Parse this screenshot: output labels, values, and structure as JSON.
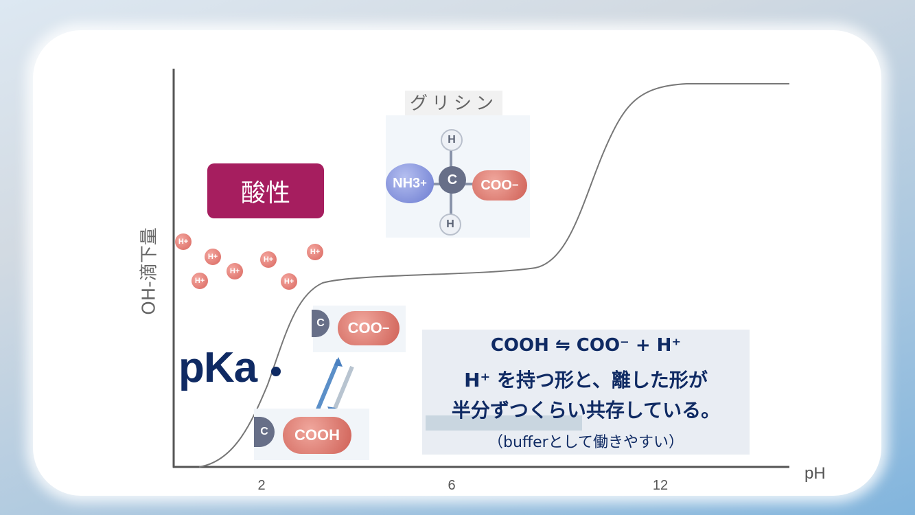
{
  "axes": {
    "x_label": "pH",
    "y_label": "OH-滴下量",
    "x_ticks": [
      "2",
      "6",
      "12"
    ]
  },
  "acid_label": "酸性",
  "pka_label": "pKa",
  "h_ion": "H+",
  "glycine": {
    "title": "グリシン",
    "atoms": {
      "h": "H",
      "c": "C",
      "nh3": "NH3",
      "nh3_charge": "+",
      "coo": "COO",
      "coo_charge": "−"
    }
  },
  "species": {
    "coo_minus": "COO",
    "coo_minus_charge": "−",
    "cooh": "COOH",
    "c": "C"
  },
  "explanation": {
    "line1": "COOH ⇋ COO⁻ + H⁺",
    "line2": "H⁺ を持つ形と、離した形が",
    "line3": "半分ずつくらい共存している。",
    "line4": "（bufferとして働きやすい）"
  },
  "colors": {
    "acid": "#a61e5f",
    "text_navy": "#0f2a63"
  }
}
